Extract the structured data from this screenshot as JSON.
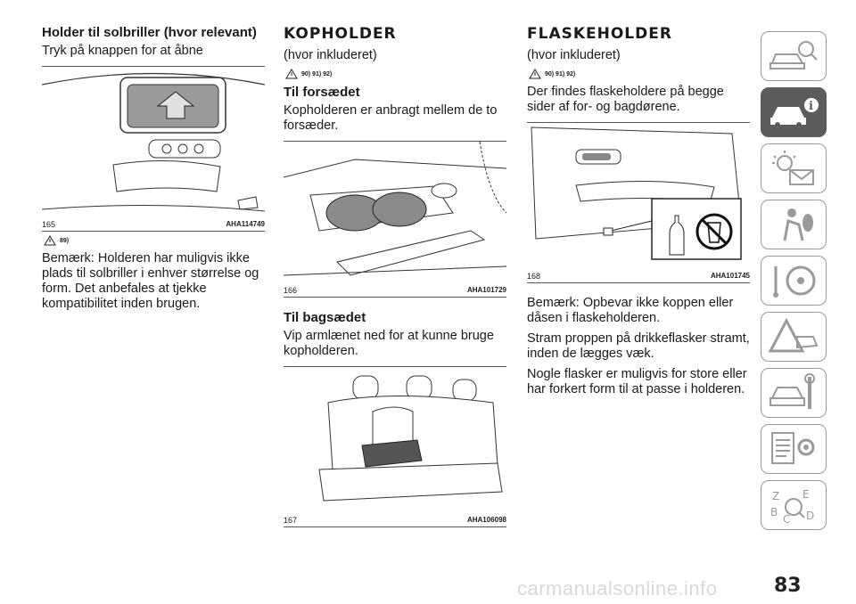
{
  "column1": {
    "title": "Holder til solbriller (hvor relevant)",
    "body1": "Tryk på knappen for at åbne",
    "figure": {
      "number": "165",
      "code": "AHA114749"
    },
    "warning_ref": "89)",
    "note": "Bemærk: Holderen har muligvis ikke plads til solbriller i enhver størrelse og form. Det anbefales at tjekke kompatibilitet inden brugen."
  },
  "column2": {
    "title": "KOPHOLDER",
    "subtitle": "(hvor inkluderet)",
    "warning_ref": "90) 91) 92)",
    "section1": {
      "title": "Til forsædet",
      "body": "Kopholderen er anbragt mellem de to forsæder."
    },
    "figure1": {
      "number": "166",
      "code": "AHA101729"
    },
    "section2": {
      "title": "Til bagsædet",
      "body": "Vip armlænet ned for at kunne bruge kopholderen."
    },
    "figure2": {
      "number": "167",
      "code": "AHA106098"
    }
  },
  "column3": {
    "title": "FLASKEHOLDER",
    "subtitle": "(hvor inkluderet)",
    "warning_ref": "90) 91) 92)",
    "body": "Der findes flaskeholdere på begge sider af for- og bagdørene.",
    "figure": {
      "number": "168",
      "code": "AHA101745"
    },
    "note1": "Bemærk: Opbevar ikke koppen eller dåsen i flaskeholderen.",
    "note2": "Stram proppen på drikkeflasker stramt, inden de lægges væk.",
    "note3": "Nogle flasker er muligvis for store eller har forkert form til at passe i holderen."
  },
  "sidebar": {
    "tabs": [
      {
        "icon": "car-magnifier-icon",
        "active": false
      },
      {
        "icon": "car-info-icon",
        "active": true
      },
      {
        "icon": "warning-light-envelope-icon",
        "active": false
      },
      {
        "icon": "airbag-person-icon",
        "active": false
      },
      {
        "icon": "steering-wheel-key-icon",
        "active": false
      },
      {
        "icon": "breakdown-triangle-icon",
        "active": false
      },
      {
        "icon": "car-wrench-icon",
        "active": false
      },
      {
        "icon": "specs-gear-icon",
        "active": false
      },
      {
        "icon": "alphabet-index-icon",
        "active": false
      }
    ],
    "active_color": "#5c5c5c"
  },
  "page_number": "83",
  "watermark": "carmanualsonline.info"
}
